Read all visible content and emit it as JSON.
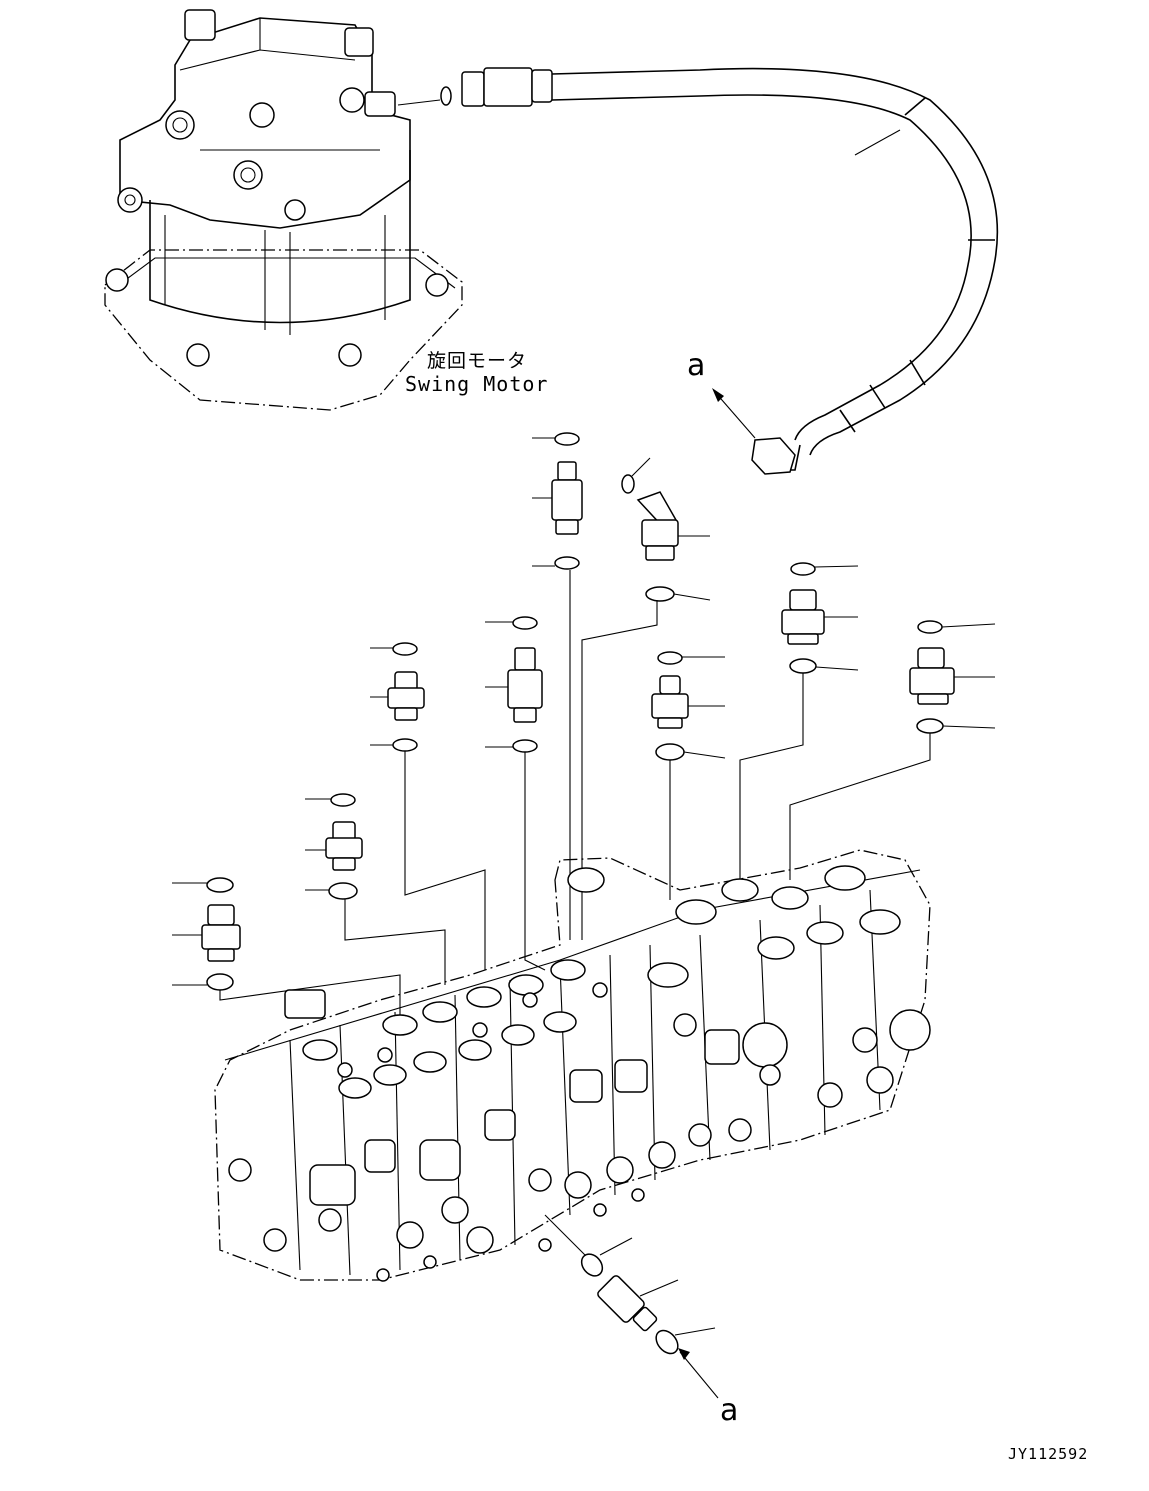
{
  "labels": {
    "swing_motor_jp": "旋回モータ",
    "swing_motor_en": "Swing Motor",
    "ref_a_top": "a",
    "ref_a_bottom": "a",
    "drawing_code": "JY112592"
  },
  "components": {
    "swing_motor": "swing-motor",
    "hose": "hydraulic-hose",
    "control_valve": "control-valve",
    "fittings": [
      "adapter",
      "elbow",
      "o-ring",
      "plug"
    ]
  }
}
